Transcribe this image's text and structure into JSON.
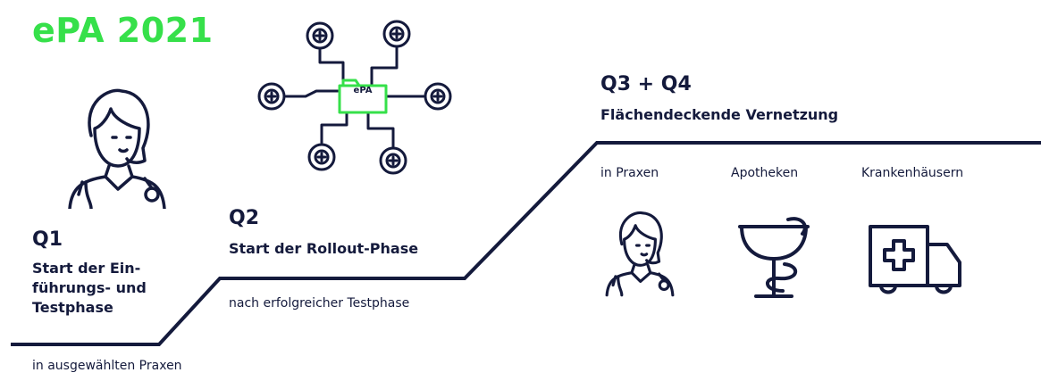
{
  "title": "ePA 2021",
  "colors": {
    "accent": "#36e04a",
    "ink": "#141a3c"
  },
  "phases": [
    {
      "id": "q1",
      "label": "Q1",
      "subtitle": "Start der Ein-\nführungs- und\nTestphase",
      "note": "in ausgewählten Praxen"
    },
    {
      "id": "q2",
      "label": "Q2",
      "subtitle": "Start der Rollout-Phase",
      "note": "nach erfolgreicher Testphase",
      "network_center_label": "ePA"
    },
    {
      "id": "q3q4",
      "label": "Q3 + Q4",
      "subtitle": "Flächendeckende Vernetzung",
      "targets": [
        {
          "label": "in Praxen",
          "icon": "doctor-icon"
        },
        {
          "label": "Apotheken",
          "icon": "pharmacy-bowl-icon"
        },
        {
          "label": "Krankenhäusern",
          "icon": "ambulance-icon"
        }
      ]
    }
  ]
}
